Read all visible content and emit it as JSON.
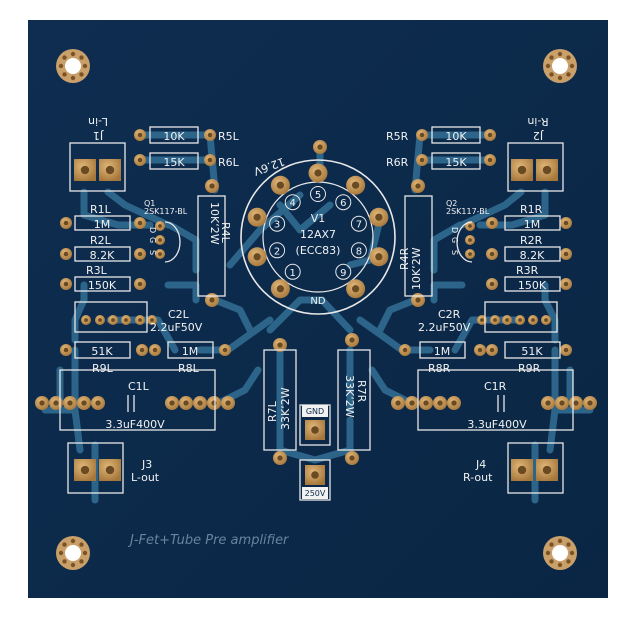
{
  "board": {
    "colors": {
      "substrate": "#0c2a4a",
      "trace": "#2f6a8e",
      "pad": "#b98a4c",
      "silk": "#f2f2f2",
      "title": "#6a83a0"
    },
    "title": "J-Fet+Tube Pre amplifier"
  },
  "tube": {
    "name": "V1",
    "type": "12AX7",
    "alt": "(ECC83)",
    "heater": "12.6V",
    "ground": "ND",
    "pins": [
      "1",
      "2",
      "3",
      "4",
      "5",
      "6",
      "7",
      "8",
      "9"
    ]
  },
  "left": {
    "j1": {
      "ref": "J1",
      "label": "L-in"
    },
    "r5": {
      "value": "10K",
      "ref": "R5L"
    },
    "r6": {
      "value": "15K",
      "ref": "R6L"
    },
    "q1": {
      "ref": "Q1",
      "part": "2SK117-BL",
      "pins": [
        "D",
        "G",
        "S"
      ]
    },
    "r1": {
      "ref": "R1L",
      "value": "1M"
    },
    "r2": {
      "ref": "R2L",
      "value": "8.2K"
    },
    "r3": {
      "ref": "R3L",
      "value": "150K"
    },
    "r4": {
      "ref": "R4L",
      "value": "10K‘2W"
    },
    "c2": {
      "ref": "C2L",
      "value": "2.2uF50V"
    },
    "r9": {
      "ref": "R9L",
      "value": "51K"
    },
    "r8": {
      "ref": "R8L",
      "value": "1M"
    },
    "c1": {
      "ref": "C1L",
      "value": "3.3uF400V"
    },
    "r7": {
      "ref": "R7L",
      "value": "33K‘2W"
    },
    "j3": {
      "ref": "J3",
      "label": "L-out"
    }
  },
  "right": {
    "j2": {
      "ref": "J2",
      "label": "R-in"
    },
    "r5": {
      "value": "10K",
      "ref": "R5R"
    },
    "r6": {
      "value": "15K",
      "ref": "R6R"
    },
    "q2": {
      "ref": "Q2",
      "part": "2SK117-BL",
      "pins": [
        "D",
        "G",
        "S"
      ]
    },
    "r1": {
      "ref": "R1R",
      "value": "1M"
    },
    "r2": {
      "ref": "R2R",
      "value": "8.2K"
    },
    "r3": {
      "ref": "R3R",
      "value": "150K"
    },
    "r4": {
      "ref": "R4R",
      "value": "10K‘2W"
    },
    "c2": {
      "ref": "C2R",
      "value": "2.2uF50V"
    },
    "r8": {
      "ref": "R8R",
      "value": "1M"
    },
    "r9": {
      "ref": "R9R",
      "value": "51K"
    },
    "c1": {
      "ref": "C1R",
      "value": "3.3uF400V"
    },
    "r7": {
      "ref": "R7R",
      "value": "33K‘2W"
    },
    "j4": {
      "ref": "J4",
      "label": "R-out"
    }
  },
  "power": {
    "gnd": "GND",
    "hv": "250V"
  }
}
